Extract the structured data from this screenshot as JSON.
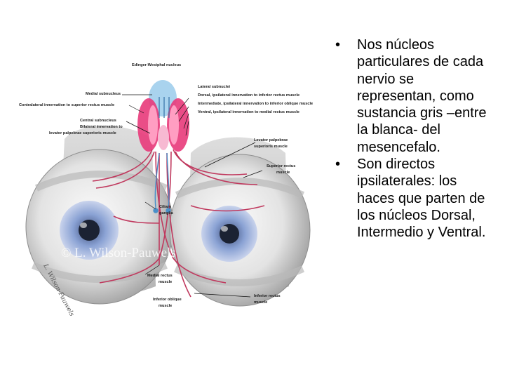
{
  "figure": {
    "copyright": "© L. Wilson-Pauwels",
    "signature": "L. Wilson-Pauwels",
    "labels": {
      "edinger": "Edinger-Westphal nucleus",
      "medial_sub": "Medial subnucleus",
      "contra": "Contralateral innervation to superior rectus muscle",
      "central_sub": "Central subnucleus",
      "bilateral_1": "Bilateral innervation to",
      "bilateral_2": "levator palpebrae superioris muscle",
      "lateral_sub": "Lateral subnuclei",
      "dorsal": "Dorsal, ipsilateral innervation to inferior rectus muscle",
      "intermediate": "Intermediate, ipsilateral innervation to inferior oblique muscle",
      "ventral": "Ventral, ipsilateral innervation to medial rectus muscle",
      "levator_1": "Levator palpebrae",
      "levator_2": "superioris muscle",
      "sup_rectus_1": "Superior rectus",
      "sup_rectus_2": "muscle",
      "ciliary_1": "Ciliary",
      "ciliary_2": "ganglia",
      "medial_rectus_1": "Medial rectus",
      "medial_rectus_2": "muscle",
      "inf_oblique_1": "Inferior oblique",
      "inf_oblique_2": "muscle",
      "inf_rectus_1": "Inferior rectus",
      "inf_rectus_2": "muscle"
    }
  },
  "bullets": [
    {
      "marker": "•",
      "text": "Nos núcleos particulares de cada nervio se representan, como sustancia gris –entre la blanca- del mesencefalo."
    },
    {
      "marker": "•",
      "text": "Son directos ipsilaterales: los haces que parten de los núcleos Dorsal, Intermedio y Ventral."
    }
  ],
  "colors": {
    "nerve": "#c0395e",
    "nucleus_pink": "#e83a7a",
    "edinger_blue": "#a9d3ee",
    "iris": "#7f97c9",
    "pupil": "#1b2233"
  }
}
